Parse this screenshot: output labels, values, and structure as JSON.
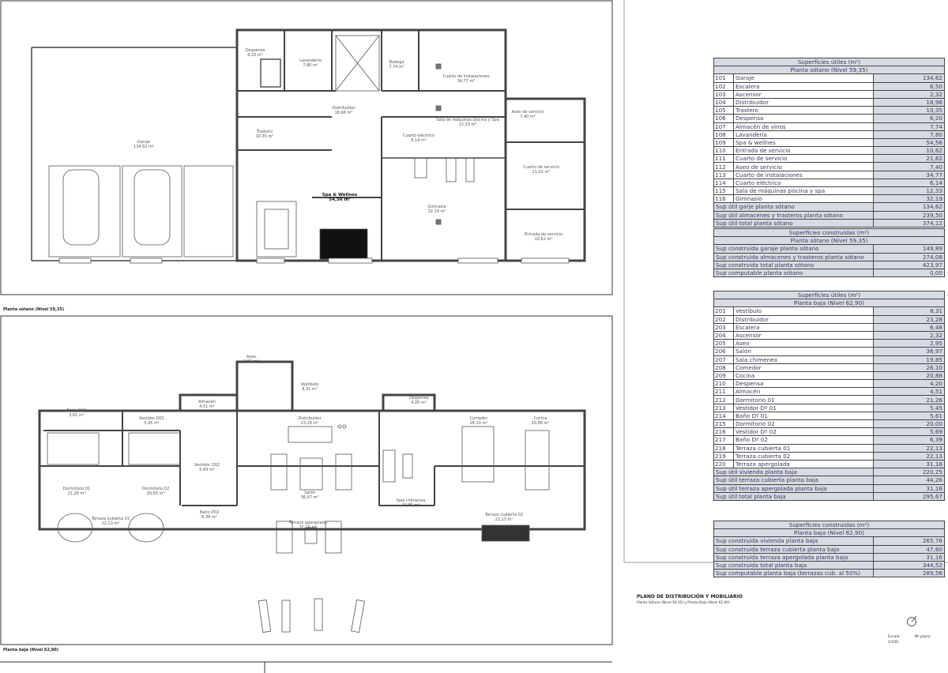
{
  "plan_basement": {
    "caption": "Planta sótano (Nivel 59,35)",
    "rooms": [
      {
        "name": "Garaje",
        "area": "134,62 m²"
      },
      {
        "name": "Despensa",
        "area": "6,20 m²"
      },
      {
        "name": "Lavandería",
        "area": "7,80 m²"
      },
      {
        "name": "Bodega",
        "area": "7,74 m²"
      },
      {
        "name": "Cuarto de instalaciones",
        "area": "34,77 m²"
      },
      {
        "name": "Distribuidor",
        "area": "18,96 m²"
      },
      {
        "name": "Sala de máquinas piscina y Spa",
        "area": "12,33 m²"
      },
      {
        "name": "Aseo de servicio",
        "area": "7,40 m²"
      },
      {
        "name": "Trastero",
        "area": "10,35 m²"
      },
      {
        "name": "Cuarto eléctrico",
        "area": "6,14 m²"
      },
      {
        "name": "Cuarto de servicio",
        "area": "21,62 m²"
      },
      {
        "name": "Spa & Wellnes",
        "area": "54,56 m²"
      },
      {
        "name": "Gimnasio",
        "area": "32,19 m²"
      },
      {
        "name": "Entrada de servicio",
        "area": "10,62 m²"
      }
    ]
  },
  "plan_ground": {
    "caption": "Planta baja (Nivel 62,90)",
    "rooms": [
      {
        "name": "Aseo",
        "area": "2,95 m²"
      },
      {
        "name": "Vestíbulo",
        "area": "8,31 m²"
      },
      {
        "name": "Almacén",
        "area": "4,51 m²"
      },
      {
        "name": "Despensa",
        "area": "4,20 m²"
      },
      {
        "name": "Baño D01",
        "area": "3,61 m²"
      },
      {
        "name": "Vestidor D01",
        "area": "5,45 m²"
      },
      {
        "name": "Distribuidor",
        "area": "23,28 m²"
      },
      {
        "name": "Comedor",
        "area": "26,10 m²"
      },
      {
        "name": "Cocina",
        "area": "20,88 m²"
      },
      {
        "name": "Vestidor D02",
        "area": "5,69 m²"
      },
      {
        "name": "Dormitorio 01",
        "area": "21,26 m²"
      },
      {
        "name": "Dormitorio 02",
        "area": "20,00 m²"
      },
      {
        "name": "Salón",
        "area": "36,97 m²"
      },
      {
        "name": "Sala chimenea",
        "area": "19,85 m²"
      },
      {
        "name": "Baño D02",
        "area": "6,39 m²"
      },
      {
        "name": "Terraza cubierta 01",
        "area": "22,13 m²"
      },
      {
        "name": "Terraza apergolada",
        "area": "31,16 m²"
      },
      {
        "name": "Terraza cubierta 02",
        "area": "22,13 m²"
      }
    ]
  },
  "tables": [
    {
      "title": "Superficies útiles (m²)",
      "subtitle": "Planta sótano (Nivel 59,35)",
      "rows": [
        [
          "101",
          "Garaje",
          "134,62"
        ],
        [
          "102",
          "Escalera",
          "6,50"
        ],
        [
          "103",
          "Ascensor",
          "2,32"
        ],
        [
          "104",
          "Distribuidor",
          "18,96"
        ],
        [
          "105",
          "Trastero",
          "10,35"
        ],
        [
          "106",
          "Despensa",
          "6,20"
        ],
        [
          "107",
          "Almacén de vinos",
          "7,74"
        ],
        [
          "108",
          "Lavandería",
          "7,80"
        ],
        [
          "109",
          "Spa & wellnes",
          "54,56"
        ],
        [
          "110",
          "Entrada de servicio",
          "10,62"
        ],
        [
          "111",
          "Cuarto de servicio",
          "21,62"
        ],
        [
          "112",
          "Aseo de servicio",
          "7,40"
        ],
        [
          "113",
          "Cuarto de instalaciones",
          "34,77"
        ],
        [
          "114",
          "Cuarto eléctrico",
          "6,14"
        ],
        [
          "115",
          "Sala de máquinas piscina y spa",
          "12,33"
        ],
        [
          "116",
          "Gimnasio",
          "32,19"
        ]
      ],
      "totals": [
        [
          "Sup útil garje planta sótano",
          "134,62"
        ],
        [
          "Sup útil almacenes y trasteros planta sótano",
          "239,50"
        ],
        [
          "Sup útil total planta sótano",
          "374,12"
        ]
      ]
    },
    {
      "title": "Superficies construidas (m²)",
      "subtitle": "Planta sótano (Nivel 59,35)",
      "rows": [],
      "totals": [
        [
          "Sup construida garaje planta sótano",
          "149,89"
        ],
        [
          "Sup construida almacenes y trasteros planta sótano",
          "274,08"
        ],
        [
          "Sup construida total planta sótano",
          "423,97"
        ],
        [
          "Sup computable planta sótano",
          "0,00"
        ]
      ]
    },
    {
      "title": "Superficies útiles (m²)",
      "subtitle": "Planta baja (Nivel 62,90)",
      "rows": [
        [
          "201",
          "Vestíbulo",
          "8,31"
        ],
        [
          "202",
          "Distribuidor",
          "23,28"
        ],
        [
          "203",
          "Escalera",
          "6,48"
        ],
        [
          "204",
          "Ascensor",
          "2,32"
        ],
        [
          "205",
          "Aseo",
          "2,95"
        ],
        [
          "206",
          "Salón",
          "36,97"
        ],
        [
          "207",
          "Sala chimenea",
          "19,85"
        ],
        [
          "208",
          "Comedor",
          "26,10"
        ],
        [
          "209",
          "Cocina",
          "20,88"
        ],
        [
          "210",
          "Despensa",
          "4,20"
        ],
        [
          "211",
          "Almacén",
          "4,51"
        ],
        [
          "212",
          "Dormitorio 01",
          "21,26"
        ],
        [
          "213",
          "Vestidor Dº 01",
          "5,45"
        ],
        [
          "214",
          "Baño Dº 01",
          "5,61"
        ],
        [
          "215",
          "Dormitorio 02",
          "20,00"
        ],
        [
          "216",
          "Vestidor Dº 02",
          "5,69"
        ],
        [
          "217",
          "Baño Dº 02",
          "6,39"
        ],
        [
          "218",
          "Terraza cubierta 01",
          "22,13"
        ],
        [
          "219",
          "Terraza cubierta 02",
          "22,13"
        ],
        [
          "220",
          "Terraza apergolada",
          "31,16"
        ]
      ],
      "totals": [
        [
          "Sup útil vivienda planta baja",
          "220,25"
        ],
        [
          "Sup útil terraza cubierta planta baja",
          "44,26"
        ],
        [
          "Sup útil terraza apergolada planta baja",
          "31,16"
        ],
        [
          "Sup útil total planta baja",
          "295,67"
        ]
      ]
    },
    {
      "title": "Superficies construidas (m²)",
      "subtitle": "Planta baja (Nivel 62,90)",
      "rows": [],
      "totals": [
        [
          "Sup construida vivienda planta baja",
          "265,76"
        ],
        [
          "Sup construida terraza cubierta planta baja",
          "47,60"
        ],
        [
          "Sup construida terraza apergolada planta baja",
          "31,16"
        ],
        [
          "Sup construida total planta baja",
          "344,52"
        ],
        [
          "Sup computable planta baja (terrazas cub. al 50%)",
          "289,56"
        ]
      ]
    }
  ],
  "title_block": {
    "title": "PLANO DE DISTRIBUCIÓN Y MOBILIARIO",
    "subtitle": "Planta Sótano (Nivel 59,35) y Planta Baja (Nivel 62,90)",
    "scale_label": "Escala:",
    "scale_value": "1/100",
    "sheet_label": "Nº plano:",
    "north_icon": "compass-north-icon"
  }
}
